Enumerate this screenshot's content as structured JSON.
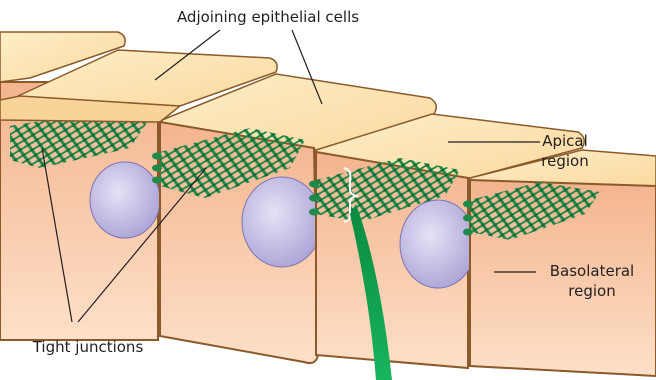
{
  "labels": {
    "top": "Adjoining epithelial cells",
    "apical_line1": "Apical",
    "apical_line2": "region",
    "basolateral_line1": "Basolateral",
    "basolateral_line2": "region",
    "tight_junctions": "Tight junctions"
  },
  "colors": {
    "apical_top": "#fde6b8",
    "cell_side": "#f7c3a0",
    "nucleus": "#b6b0dd",
    "junction": "#1e8a4a",
    "leader": "#231f20",
    "arrow": "#0f9b4c"
  }
}
